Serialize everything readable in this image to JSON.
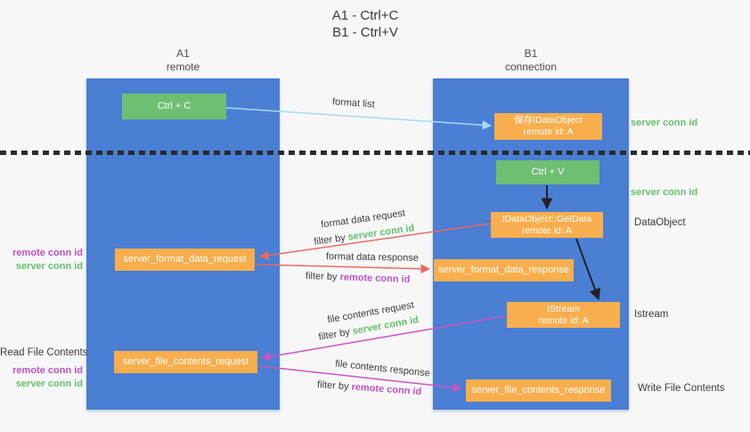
{
  "title": {
    "line1": "A1 - Ctrl+C",
    "line2": "B1 - Ctrl+V"
  },
  "lanes": {
    "a1": {
      "name": "A1",
      "subtitle": "remote"
    },
    "b1": {
      "name": "B1",
      "subtitle": "connection"
    }
  },
  "nodes": {
    "ctrl_c": "Ctrl + C",
    "ctrl_v": "Ctrl + V",
    "save_dataobject_line1": "保存IDataObject",
    "save_dataobject_line2": "remote id: A",
    "getdata_line1": "IDataObject::GetData",
    "getdata_line2": "remote id: A",
    "istream_line1": "IStream",
    "istream_line2": "remote id: A",
    "format_request": "server_format_data_request",
    "format_response": "server_format_data_response",
    "file_request": "server_file_contents_request",
    "file_response": "server_file_contents_response"
  },
  "edge_labels": {
    "format_list": "format list",
    "format_data_request": "format data request",
    "format_data_response": "format data response",
    "file_contents_request": "file contents request",
    "file_contents_response": "file contents response",
    "filter_by": "filter by"
  },
  "shared": {
    "server_conn_id": "server conn id",
    "remote_conn_id": "remote conn id"
  },
  "side_labels": {
    "dataobject": "DataObject",
    "istream": "Istream",
    "write_file_contents": "Write File Contents",
    "read_file_contents": "Read File Contents"
  },
  "colors": {
    "background": "#f7f7f8",
    "lane_blue": "#4a7fd4",
    "node_green": "#6fbf72",
    "node_orange": "#f9ae4d",
    "arrow_lightblue": "#a8d9f2",
    "arrow_red": "#ed6a5f",
    "arrow_magenta": "#ca55c5",
    "arrow_black": "#222222",
    "text_green": "#66bf6b",
    "text_purple": "#bb53c5",
    "text_dark": "#3c3c3c"
  }
}
